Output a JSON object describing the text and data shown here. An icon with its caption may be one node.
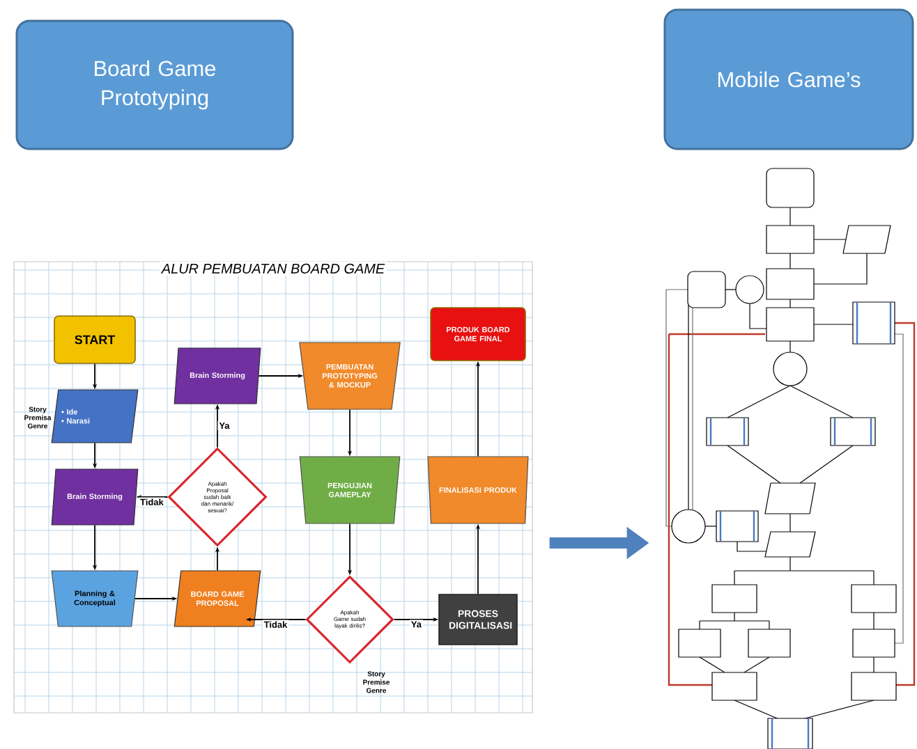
{
  "diagram": {
    "nodes": [
      {
        "text": [
          "Board Game Prototyping"
        ]
      },
      {
        "text": [
          "Mobile Game’s"
        ]
      },
      {
        "text": [
          "ALUR PEMBUATAN BOARD GAME"
        ]
      },
      {
        "text": [
          "START"
        ],
        "in": 2
      },
      {
        "text": [
          "• Ide",
          "• Narasi"
        ],
        "in": 2,
        "beside": [
          "Story Premisa Genre"
        ]
      },
      {
        "text": [
          "Brain Storming"
        ],
        "in": 2
      },
      {
        "text": [
          "Planning & Conceptual"
        ],
        "in": 2
      },
      {
        "text": [
          "BOARD GAME PROPOSAL"
        ],
        "in": 2
      },
      {
        "text": [
          "Apakah Proposal sudah baik dan menarik/ sesuai?"
        ],
        "in": 2
      },
      {
        "text": [
          "Brain Storming"
        ],
        "in": 2
      },
      {
        "text": [
          "PEMBUATAN PROTOTYPING & MOCKUP"
        ],
        "in": 2
      },
      {
        "text": [
          "PENGUJIAN GAMEPLAY"
        ],
        "in": 2
      },
      {
        "text": [
          "Apakah Game sudah layak dirilis?"
        ],
        "in": 2,
        "beside": [
          "Story Premise Genre"
        ]
      },
      {
        "text": [
          "PROSES DIGITALISASI"
        ],
        "in": 2
      },
      {
        "text": [
          "FINALISASI PRODUK"
        ],
        "in": 2
      },
      {
        "text": [
          "PRODUK BOARD GAME FINAL"
        ],
        "in": 2
      },
      {
        "text": [],
        "shape": "picture"
      }
    ],
    "edges": [
      {
        "from": 3,
        "to": 4,
        "arrow": "to"
      },
      {
        "from": 4,
        "to": 5,
        "arrow": "to"
      },
      {
        "from": 5,
        "to": 6,
        "arrow": "to"
      },
      {
        "from": 6,
        "to": 7,
        "arrow": "to"
      },
      {
        "from": 7,
        "to": 8,
        "arrow": "to"
      },
      {
        "from": 8,
        "to": 9,
        "arrow": "to",
        "label": "Ya"
      },
      {
        "from": 8,
        "to": 5,
        "arrow": "to",
        "label": "Tidak"
      },
      {
        "from": 9,
        "to": 10,
        "arrow": "to"
      },
      {
        "from": 10,
        "to": 11,
        "arrow": "to"
      },
      {
        "from": 11,
        "to": 12,
        "arrow": "to"
      },
      {
        "from": 12,
        "to": 13,
        "arrow": "to",
        "label": "Ya"
      },
      {
        "from": 12,
        "to": 7,
        "arrow": "to",
        "label": "Tidak"
      },
      {
        "from": 13,
        "to": 14,
        "arrow": "to"
      },
      {
        "from": 14,
        "to": 15,
        "arrow": "to"
      },
      {
        "from": 2,
        "to": 16,
        "arrow": "to",
        "style": "thick",
        "color": "#4f81bd"
      }
    ]
  }
}
